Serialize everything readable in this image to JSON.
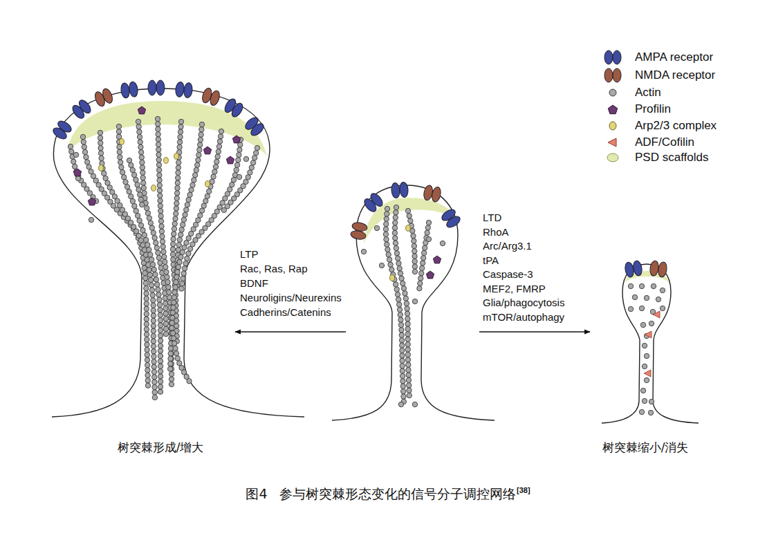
{
  "diagram": {
    "caption": "图4 参与树突棘形态变化的信号分子调控网络",
    "nodes": [
      {
        "text": [
          "树突棘形成/增大"
        ]
      },
      {
        "text": [
          "树突棘缩小/消失"
        ]
      }
    ],
    "labels": [
      "LTP",
      "Rac, Ras, Rap",
      "BDNF",
      "Neuroligins/Neurexins",
      "Cadherins/Catenins",
      "LTD",
      "RhoA",
      "Arc/Arg3.1",
      "tPA",
      "Caspase-3",
      "MEF2, FMRP",
      "Glia/phagocytosis",
      "mTOR/autophagy",
      "[38]"
    ],
    "legend": [
      {
        "text": "AMPA receptor",
        "color": "#3e4b9e"
      },
      {
        "text": "NMDA receptor",
        "color": "#9c5a44"
      },
      {
        "text": "Actin",
        "color": "#a9a9a9"
      },
      {
        "text": "Profilin",
        "color": "#6b3a72"
      },
      {
        "text": "Arp2/3 complex",
        "color": "#e3d47a"
      },
      {
        "text": "ADF/Cofilin",
        "color": "#e8826e"
      },
      {
        "text": "PSD scaffolds",
        "color": "#e2eab2"
      }
    ]
  }
}
